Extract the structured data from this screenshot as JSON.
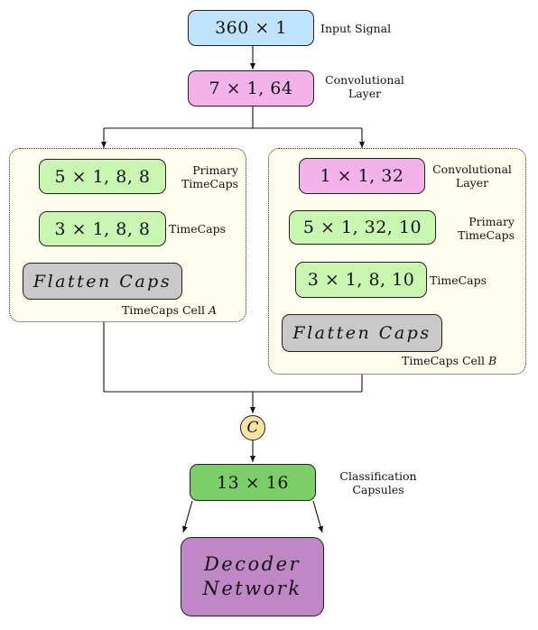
{
  "nodes": {
    "input": {
      "text": "360 × 1",
      "label": "Input Signal"
    },
    "conv1": {
      "text": "7 × 1, 64",
      "label_line1": "Convolutional",
      "label_line2": "Layer"
    },
    "cell_a": {
      "primary": {
        "text": "5 × 1, 8, 8",
        "label_line1": "Primary",
        "label_line2": "TimeCaps"
      },
      "timecaps": {
        "text": "3 × 1, 8, 8",
        "label": "TimeCaps"
      },
      "flatten": {
        "text": "Flatten Caps"
      },
      "caption_prefix": "TimeCaps Cell",
      "caption_letter": "A"
    },
    "cell_b": {
      "conv": {
        "text": "1 × 1, 32",
        "label_line1": "Convolutional",
        "label_line2": "Layer"
      },
      "primary": {
        "text": "5 × 1, 32, 10",
        "label_line1": "Primary",
        "label_line2": "TimeCaps"
      },
      "timecaps": {
        "text": "3 × 1, 8, 10",
        "label": "TimeCaps"
      },
      "flatten": {
        "text": "Flatten Caps"
      },
      "caption_prefix": "TimeCaps Cell",
      "caption_letter": "B"
    },
    "concat": {
      "text": "C"
    },
    "classification": {
      "text": "13 × 16",
      "label_line1": "Classification",
      "label_line2": "Capsules"
    },
    "decoder": {
      "line1": "Decoder",
      "line2": "Network"
    }
  },
  "colors": {
    "input": "#bfe3fb",
    "conv": "#f3b3ea",
    "timecaps": "#c9f7b2",
    "flatten": "#c9c9c9",
    "classification": "#7ccf68",
    "decoder": "#c087c7",
    "concat": "#fbe3a4",
    "cell_background": "#fffdee"
  }
}
